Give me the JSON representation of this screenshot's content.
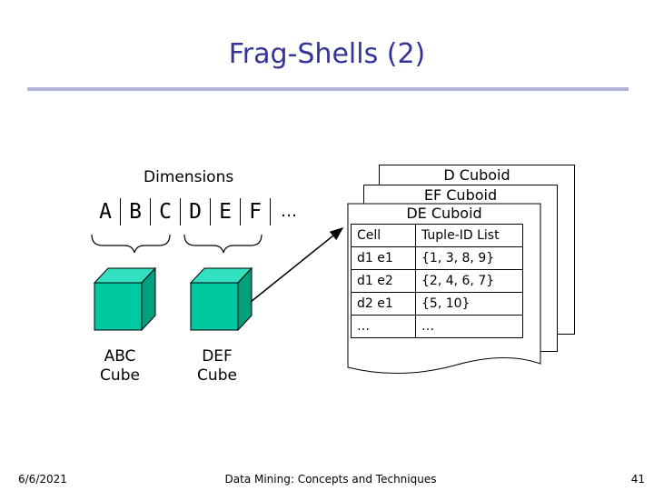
{
  "slide": {
    "title": "Frag-Shells (2)",
    "date": "6/6/2021",
    "footer": "Data Mining: Concepts and Techniques",
    "page_number": "41"
  },
  "dimensions": {
    "label": "Dimensions",
    "letters": [
      "A",
      "B",
      "C",
      "D",
      "E",
      "F"
    ],
    "more": "…"
  },
  "cubes": [
    {
      "line1": "ABC",
      "line2": "Cube"
    },
    {
      "line1": "DEF",
      "line2": "Cube"
    }
  ],
  "cuboids": {
    "d": "D Cuboid",
    "ef": "EF Cuboid",
    "de": "DE Cuboid"
  },
  "table": {
    "headers": [
      "Cell",
      "Tuple-ID List"
    ],
    "rows": [
      [
        "d1 e1",
        "{1, 3, 8, 9}"
      ],
      [
        "d1 e2",
        "{2, 4, 6, 7}"
      ],
      [
        "d2 e1",
        "{5, 10}"
      ],
      [
        "…",
        "…"
      ]
    ]
  },
  "colors": {
    "title": "#333399",
    "rule": "#b3b3d9",
    "cube_front": "#00c8a0",
    "cube_top": "#33e0bf",
    "cube_side": "#00a07f"
  }
}
